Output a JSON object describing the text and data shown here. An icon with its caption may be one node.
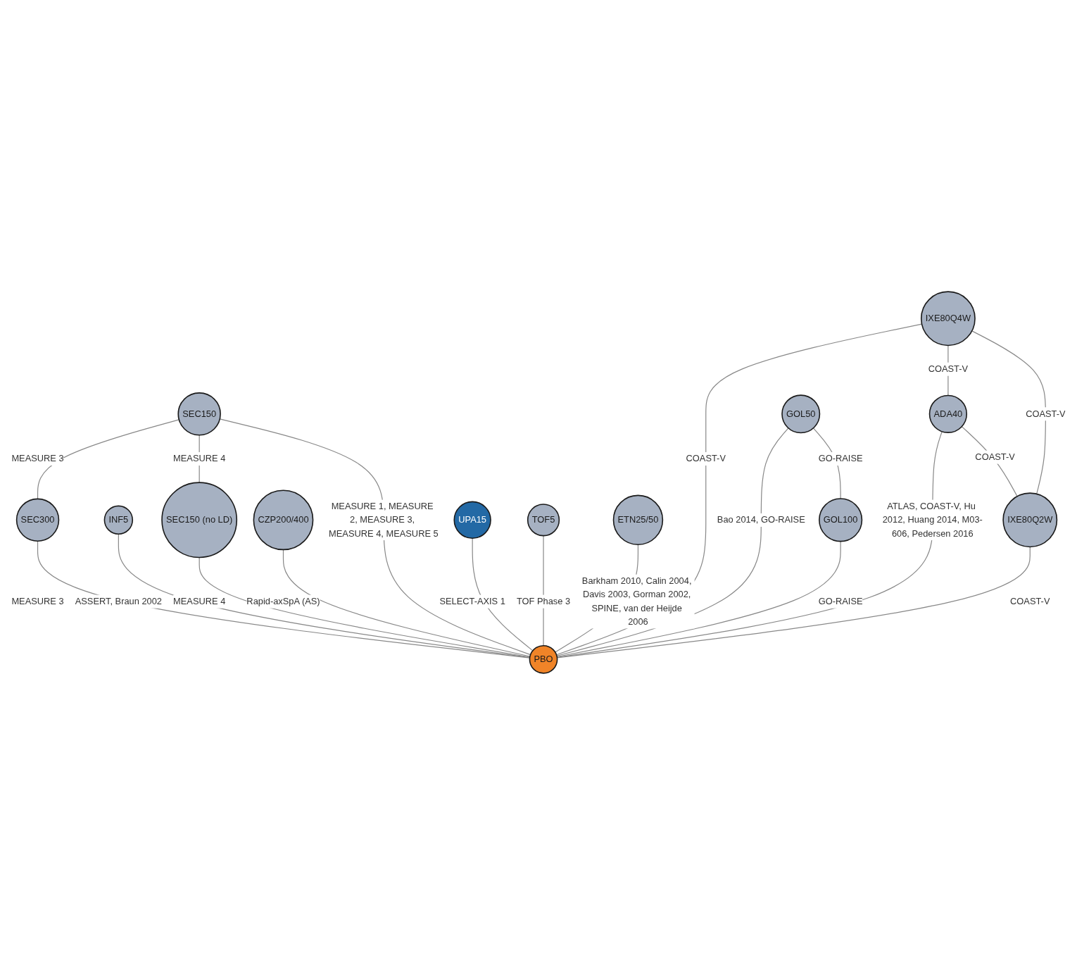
{
  "diagram": {
    "nodes": [
      {
        "text": [
          "SEC150"
        ]
      },
      {
        "text": [
          "SEC300"
        ]
      },
      {
        "text": [
          "INF5"
        ]
      },
      {
        "text": [
          "IXE80Q4W"
        ]
      },
      {
        "text": [
          "SEC150 (no LD)"
        ]
      },
      {
        "text": [
          "ADA40"
        ]
      },
      {
        "text": [
          "PBO"
        ]
      },
      {
        "text": [
          "CZP200/400"
        ]
      },
      {
        "text": [
          "IXE80Q2W"
        ]
      },
      {
        "text": [
          "UPA15"
        ]
      },
      {
        "text": [
          "TOF5"
        ]
      },
      {
        "text": [
          "GOL50"
        ]
      },
      {
        "text": [
          "ETN25/50"
        ]
      },
      {
        "text": [
          "GOL100"
        ]
      }
    ],
    "edges": [
      {
        "from": 0,
        "to": 1,
        "arrow": "none",
        "label": "MEASURE 3"
      },
      {
        "from": 0,
        "to": 4,
        "arrow": "none",
        "label": "MEASURE 4"
      },
      {
        "from": 2,
        "to": 6,
        "arrow": "none",
        "label": "ASSERT, Braun 2002"
      },
      {
        "from": 0,
        "to": 6,
        "arrow": "none",
        "label": "MEASURE 1, MEASURE 2, MEASURE 3, MEASURE 4, MEASURE 5"
      },
      {
        "from": 1,
        "to": 6,
        "arrow": "none",
        "label": "MEASURE 3"
      },
      {
        "from": 4,
        "to": 6,
        "arrow": "none",
        "label": "MEASURE 4"
      },
      {
        "from": 3,
        "to": 6,
        "arrow": "none",
        "label": "COAST-V"
      },
      {
        "from": 3,
        "to": 5,
        "arrow": "none",
        "label": "COAST-V"
      },
      {
        "from": 3,
        "to": 8,
        "arrow": "none",
        "label": "COAST-V"
      },
      {
        "from": 5,
        "to": 6,
        "arrow": "none",
        "label": "ATLAS, COAST-V, Hu 2012, Huang 2014, M03-606, Pedersen 2016"
      },
      {
        "from": 5,
        "to": 8,
        "arrow": "none",
        "label": "COAST-V"
      },
      {
        "from": 7,
        "to": 6,
        "arrow": "none",
        "label": "Rapid-axSpA (AS)"
      },
      {
        "from": 8,
        "to": 6,
        "arrow": "none",
        "label": "COAST-V"
      },
      {
        "from": 9,
        "to": 6,
        "arrow": "none",
        "label": "SELECT-AXIS 1"
      },
      {
        "from": 10,
        "to": 6,
        "arrow": "none",
        "label": "TOF Phase 3"
      },
      {
        "from": 11,
        "to": 6,
        "arrow": "none",
        "label": "Bao 2014, GO-RAISE"
      },
      {
        "from": 12,
        "to": 6,
        "arrow": "none",
        "label": "Barkham 2010, Calin 2004, Davis 2003, Gorman 2002, SPINE, van der Heijde 2006"
      },
      {
        "from": 13,
        "to": 6,
        "arrow": "none",
        "label": "GO-RAISE"
      },
      {
        "from": 11,
        "to": 13,
        "arrow": "none",
        "label": "GO-RAISE"
      }
    ]
  }
}
